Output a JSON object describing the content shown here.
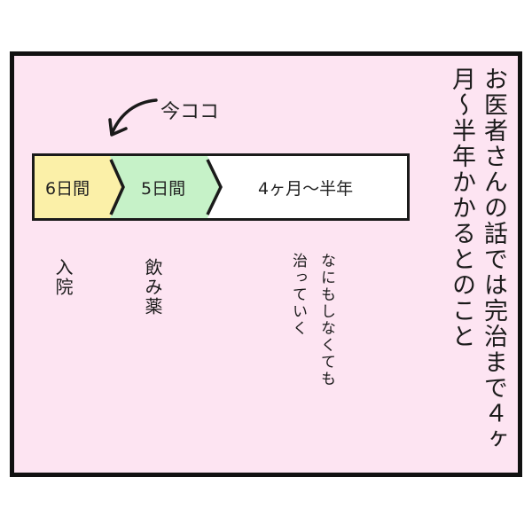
{
  "panel": {
    "background": "#fde4f2",
    "narration": "お医者さんの話では完治まで４ヶ月〜半年かかるとのこと"
  },
  "annotation": {
    "text": "今ココ",
    "arrow_icon": "curved-arrow-pointing-down-left"
  },
  "timeline": {
    "segments": [
      {
        "label": "6日間",
        "color": "#fbf0a8",
        "caption": "入院"
      },
      {
        "label": "5日間",
        "color": "#c6f2c8",
        "caption": "飲み薬"
      },
      {
        "label": "4ヶ月〜半年",
        "color": "#ffffff",
        "caption_line1": "なにもしなくても",
        "caption_line2": "治っていく"
      }
    ]
  }
}
